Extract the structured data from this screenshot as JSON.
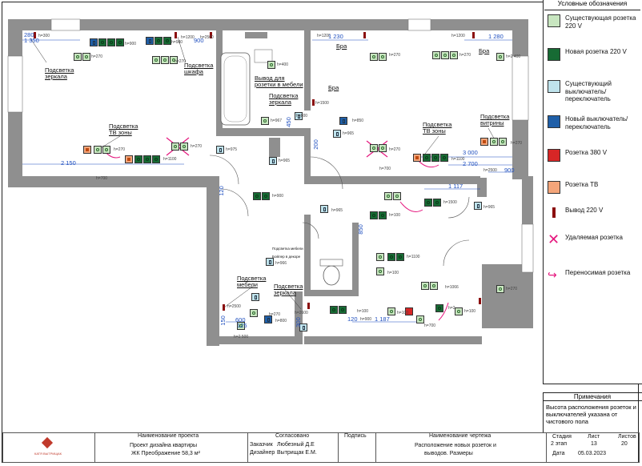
{
  "legend": {
    "title": "Условные обозначения",
    "items": [
      {
        "key": "existing_socket",
        "text": "Существующая розетка 220 V",
        "color": "#c8e6c0"
      },
      {
        "key": "new_socket",
        "text": "Новая розетка 220 V",
        "color": "#176b34"
      },
      {
        "key": "existing_switch",
        "text": "Существующий выключатель/ переключатель",
        "color": "#bfe3ec"
      },
      {
        "key": "new_switch",
        "text": "Новый выключатель/ переключатель",
        "color": "#1f5fa8"
      },
      {
        "key": "socket_380",
        "text": "Розетка 380 V",
        "color": "#d72626"
      },
      {
        "key": "tv_socket",
        "text": "Розетка ТВ",
        "color": "#f4a57a"
      },
      {
        "key": "outlet_220",
        "text": "Вывод 220 V",
        "color": "#8b0e0e"
      },
      {
        "key": "removed",
        "text": "Удаляемая розетка",
        "color": "#e5177e"
      },
      {
        "key": "moved",
        "text": "Переносимая розетка",
        "color": "#e5177e"
      }
    ]
  },
  "notes": {
    "title": "Примечания",
    "text": "Высота расположения розеток и выключателей указана от чистового пола"
  },
  "title_block": {
    "project_name_header": "Наименование проекта",
    "approved_header": "Согласовано",
    "signature_header": "Подпись",
    "drawing_name_header": "Наименование чертежа",
    "stage_header": "Стадия",
    "sheet_header": "Лист",
    "sheets_header": "Листов",
    "logo_text": "КАТЯ ВЫТРИЩАК",
    "project_line1": "Проект дизайна квартиры",
    "project_line2": "ЖК Преображение 58,3 м²",
    "customer_label": "Заказчик",
    "customer_name": "Любезный Д.Е",
    "designer_label": "Дизайнер",
    "designer_name": "Вытрищак Е.М.",
    "drawing_line1": "Расположение новых розеток и",
    "drawing_line2": "выводов. Размеры",
    "stage": "2 этап",
    "sheet": "13",
    "sheets": "20",
    "date_label": "Дата",
    "date": "05.03.2023"
  },
  "labels": {
    "l1": "Подсветка зеркала",
    "l2": "Подсветка шкафа",
    "l3": "Вывод для розетки в мебели",
    "l4": "Подсветка зеркала",
    "l5": "Бра",
    "l6": "Бра",
    "l7": "Бра",
    "l8": "Подсветка ТВ зоны",
    "l9": "Подсветка ТВ зоны",
    "l10": "Подсветка витрины",
    "l11": "Подсветка мебели",
    "l12": "Подсветка зеркала",
    "l13": "Подсветка мебели",
    "l14": "Бойлер в декоре"
  },
  "dims": {
    "d1": "280",
    "d2": "1 350",
    "d3": "900",
    "d4": "2 150",
    "d5": "1 230",
    "d6": "1 280",
    "d7": "3 000",
    "d8": "2 700",
    "d9": "900",
    "d10": "1 117",
    "d11": "1 187",
    "d12": "600",
    "d13": "125",
    "d14": "150",
    "d15": "300",
    "d16": "200",
    "d17": "450",
    "d18": "850",
    "d19": "120",
    "d20": "120"
  },
  "heights": {
    "h1": "h=300",
    "h2": "h=270",
    "h3": "h=900",
    "h4": "h=980",
    "h5": "h=1200",
    "h6": "h=2500",
    "h7": "h=270",
    "h8": "h=400",
    "h9": "h=1500",
    "h10": "h=800",
    "h11": "h=967",
    "h12": "h=850",
    "h13": "h=965",
    "h14": "h=270",
    "h15": "h=1100",
    "h16": "h=270",
    "h17": "h=975",
    "h18": "h=965",
    "h19": "h=700",
    "h20": "h=1200",
    "h21": "h=270",
    "h22": "h=1200",
    "h23": "h=270",
    "h24": "h=2 400",
    "h25": "h=270",
    "h26": "h=700",
    "h27": "h=270",
    "h28": "h=1100",
    "h29": "h=2500",
    "h30": "h=900",
    "h31": "h=965",
    "h32": "h=1500",
    "h33": "h=965",
    "h34": "h=100",
    "h35": "h=1100",
    "h36": "h=100",
    "h37": "h=966",
    "h38": "h=2500",
    "h39": "h=800",
    "h40": "h=2 500",
    "h41": "h=2600",
    "h42": "h=100",
    "h43": "h=900",
    "h44": "h=1066",
    "h45": "h=100",
    "h46": "h=2",
    "h47": "h=100",
    "h48": "h=270",
    "h49": "h=270",
    "h50": "h=700"
  }
}
